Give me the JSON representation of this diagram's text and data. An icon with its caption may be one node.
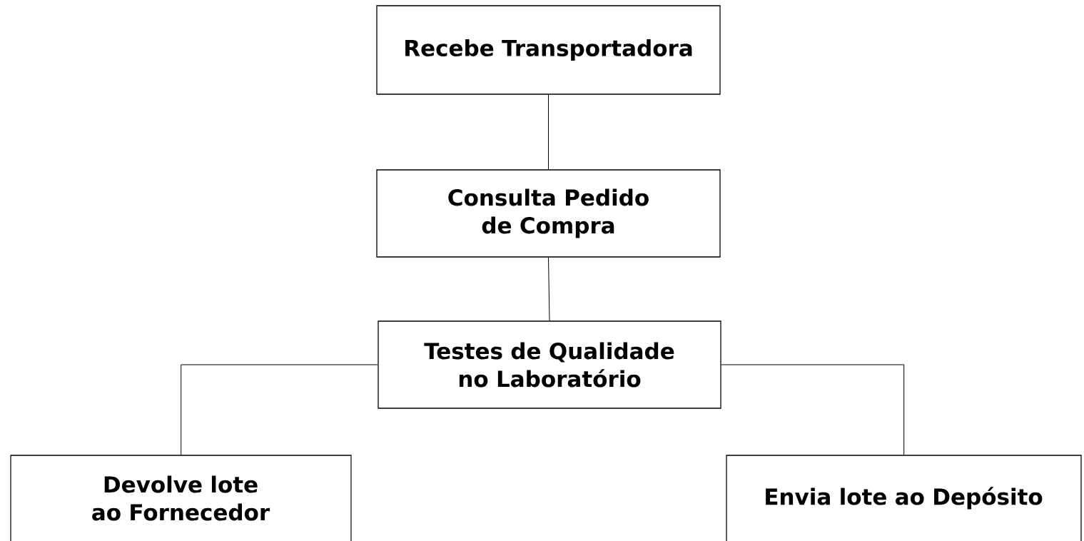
{
  "diagram": {
    "nodes": [
      {
        "text": [
          "Recebe Transportadora"
        ]
      },
      {
        "text": [
          "Consulta Pedido de Compra"
        ]
      },
      {
        "text": [
          "Testes de Qualidade no Laboratório"
        ]
      },
      {
        "text": [
          "Devolve lote ao Fornecedor"
        ]
      },
      {
        "text": [
          "Envia lote ao Depósito"
        ]
      }
    ],
    "edges": [
      {
        "from": 0,
        "to": 1,
        "arrow": "none"
      },
      {
        "from": 1,
        "to": 2,
        "arrow": "none"
      },
      {
        "from": 2,
        "to": 3,
        "arrow": "none"
      },
      {
        "from": 2,
        "to": 4,
        "arrow": "none"
      }
    ]
  }
}
